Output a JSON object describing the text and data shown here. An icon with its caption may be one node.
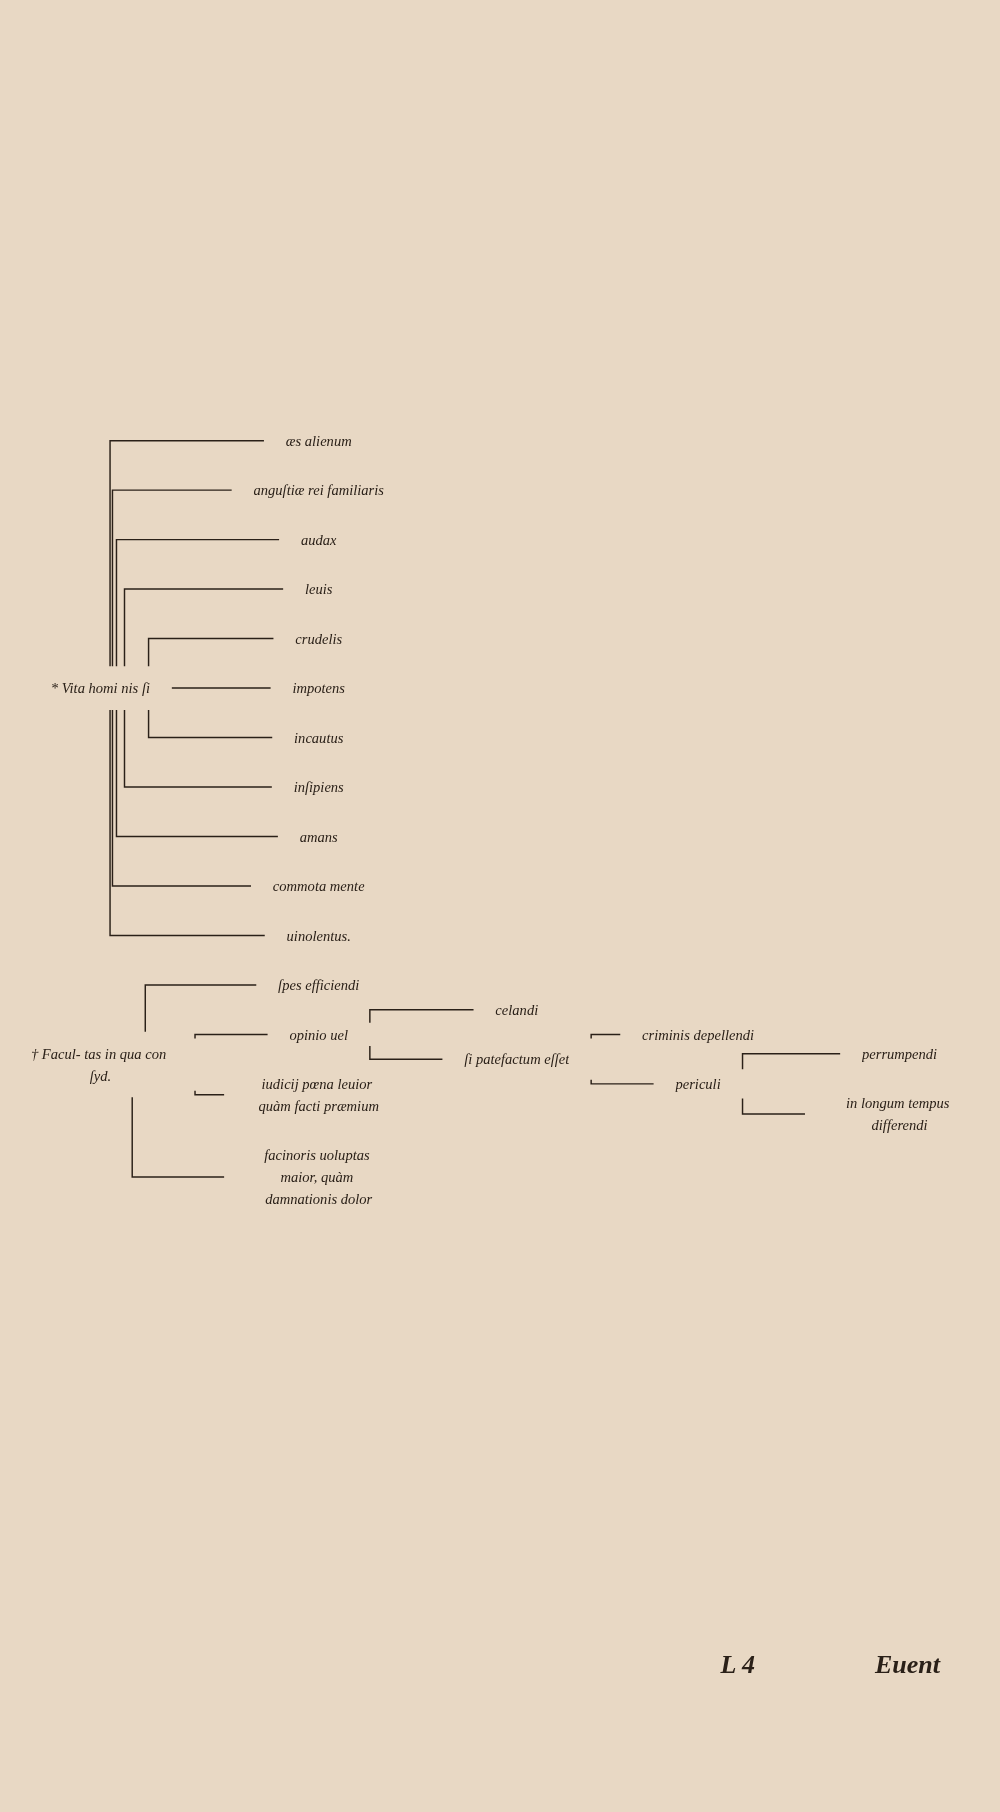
{
  "diagram": {
    "nodes": [
      {
        "text": [
          "* Vita homi nis ſi"
        ]
      },
      {
        "text": [
          "æs alienum"
        ]
      },
      {
        "text": [
          "anguſtiæ rei familiaris"
        ]
      },
      {
        "text": [
          "audax"
        ]
      },
      {
        "text": [
          "leuis"
        ]
      },
      {
        "text": [
          "crudelis"
        ]
      },
      {
        "text": [
          "impotens"
        ]
      },
      {
        "text": [
          "incautus"
        ]
      },
      {
        "text": [
          "inſipiens"
        ]
      },
      {
        "text": [
          "amans"
        ]
      },
      {
        "text": [
          "commota mente"
        ]
      },
      {
        "text": [
          "uinolentus."
        ]
      },
      {
        "text": [
          "† Facul- tas in qua con ſyd."
        ]
      },
      {
        "text": [
          "ſpes efficiendi"
        ]
      },
      {
        "text": [
          "opinio uel"
        ]
      },
      {
        "text": [
          "celandi"
        ]
      },
      {
        "text": [
          "ſi patefactum eſſet"
        ]
      },
      {
        "text": [
          "criminis depellendi"
        ]
      },
      {
        "text": [
          "periculi"
        ]
      },
      {
        "text": [
          "perrumpendi"
        ]
      },
      {
        "text": [
          "in longum tempus differendi"
        ]
      },
      {
        "text": [
          "iudicij pœna leuior quàm facti præmium"
        ]
      },
      {
        "text": [
          "facinoris uoluptas maior, quàm damnationis dolor"
        ]
      }
    ],
    "edges": [
      {
        "from": 0,
        "to": 1,
        "arrow": "none"
      },
      {
        "from": 0,
        "to": 2,
        "arrow": "none"
      },
      {
        "from": 0,
        "to": 3,
        "arrow": "none"
      },
      {
        "from": 0,
        "to": 4,
        "arrow": "none"
      },
      {
        "from": 0,
        "to": 5,
        "arrow": "none"
      },
      {
        "from": 0,
        "to": 6,
        "arrow": "none"
      },
      {
        "from": 0,
        "to": 7,
        "arrow": "none"
      },
      {
        "from": 0,
        "to": 8,
        "arrow": "none"
      },
      {
        "from": 0,
        "to": 9,
        "arrow": "none"
      },
      {
        "from": 0,
        "to": 10,
        "arrow": "none"
      },
      {
        "from": 0,
        "to": 11,
        "arrow": "none"
      },
      {
        "from": 12,
        "to": 13,
        "arrow": "none"
      },
      {
        "from": 12,
        "to": 14,
        "arrow": "none"
      },
      {
        "from": 14,
        "to": 15,
        "arrow": "none"
      },
      {
        "from": 14,
        "to": 16,
        "arrow": "none"
      },
      {
        "from": 16,
        "to": 17,
        "arrow": "none"
      },
      {
        "from": 16,
        "to": 18,
        "arrow": "none"
      },
      {
        "from": 18,
        "to": 19,
        "arrow": "none"
      },
      {
        "from": 18,
        "to": 20,
        "arrow": "none"
      },
      {
        "from": 12,
        "to": 21,
        "arrow": "none"
      },
      {
        "from": 12,
        "to": 22,
        "arrow": "none"
      }
    ],
    "labels": [
      "L 4",
      "Euent"
    ]
  }
}
